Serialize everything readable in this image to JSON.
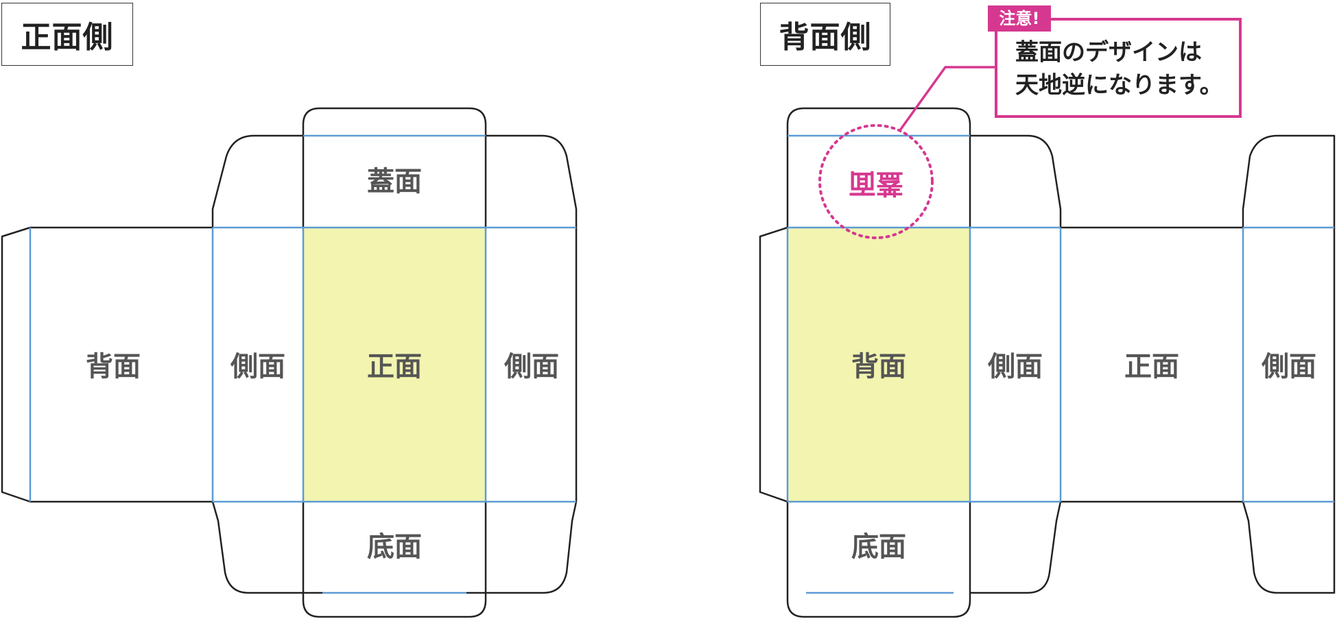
{
  "front_side": {
    "title": "正面側",
    "panels": {
      "lid": "蓋面",
      "back": "背面",
      "side_left": "側面",
      "front": "正面",
      "side_right": "側面",
      "bottom": "底面"
    }
  },
  "back_side": {
    "title": "背面側",
    "panels": {
      "lid_flipped": "蓋面",
      "back": "背面",
      "side_left": "側面",
      "front": "正面",
      "side_right": "側面",
      "bottom": "底面"
    }
  },
  "note": {
    "tag": "注意!",
    "line1": "蓋面のデザインは",
    "line2": "天地逆になります。"
  },
  "colors": {
    "cut_line": "#222222",
    "fold_line": "#5b9bd5",
    "highlight_fill": "#f2f4b0",
    "accent": "#d63890",
    "label": "#555555"
  }
}
